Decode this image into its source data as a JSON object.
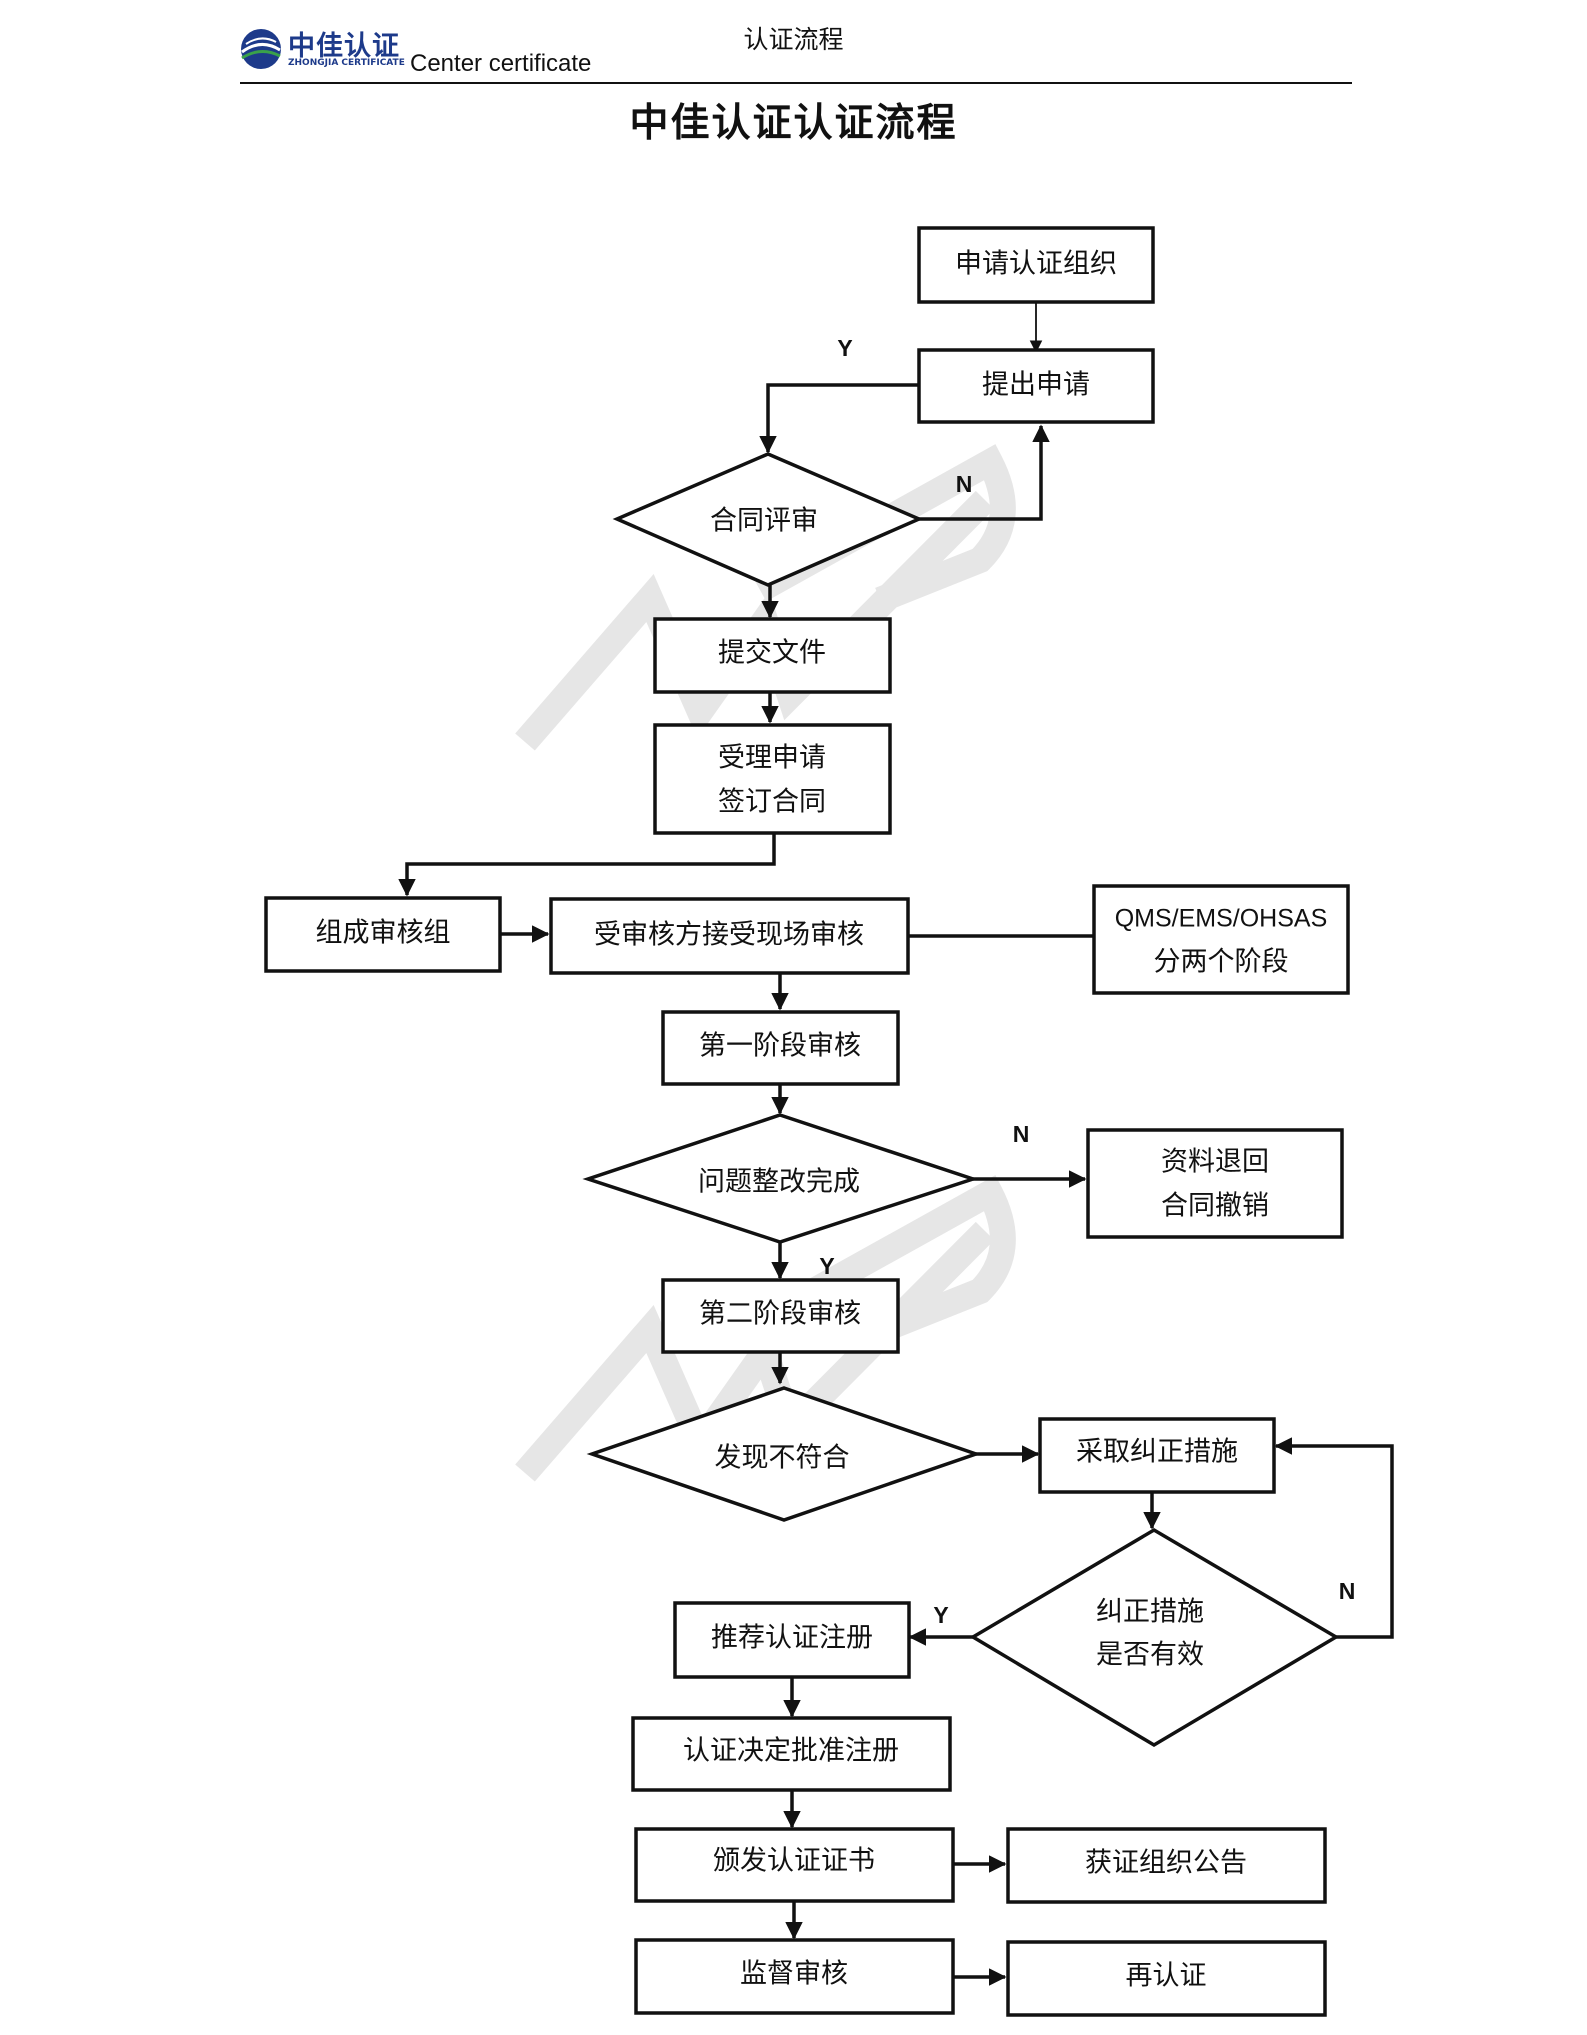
{
  "header": {
    "logo_text": "中佳认证",
    "logo_subtext": "ZHONGJIA CERTIFICATE",
    "brand_tagline": "Center certificate",
    "running_title": "认证流程",
    "logo_colors": [
      "#1d3a8a",
      "#3aa14a"
    ]
  },
  "title": "中佳认证认证流程",
  "flowchart": {
    "nodes": {
      "apply_org": "申请认证组织",
      "submit_application": "提出申请",
      "contract_review": "合同评审",
      "submit_documents": "提交文件",
      "accept_application": [
        "受理申请",
        "签订合同"
      ],
      "form_audit_team": "组成审核组",
      "onsite_audit": "受审核方接受现场审核",
      "qms_note": [
        "QMS/EMS/OHSAS",
        "分两个阶段"
      ],
      "stage1_audit": "第一阶段审核",
      "issues_fixed": "问题整改完成",
      "return_materials": [
        "资料退回",
        "合同撤销"
      ],
      "stage2_audit": "第二阶段审核",
      "nonconformity_found": "发现不符合",
      "corrective_action": "采取纠正措施",
      "action_effective": [
        "纠正措施",
        "是否有效"
      ],
      "recommend_registration": "推荐认证注册",
      "decision_approve": "认证决定批准注册",
      "issue_certificate": "颁发认证证书",
      "publish_announcement": "获证组织公告",
      "surveillance_audit": "监督审核",
      "recertification": "再认证"
    },
    "edge_labels": {
      "review_yes": "Y",
      "review_no": "N",
      "issues_no": "N",
      "issues_yes": "Y",
      "effective_yes": "Y",
      "effective_no": "N"
    }
  },
  "watermark": "WPS"
}
